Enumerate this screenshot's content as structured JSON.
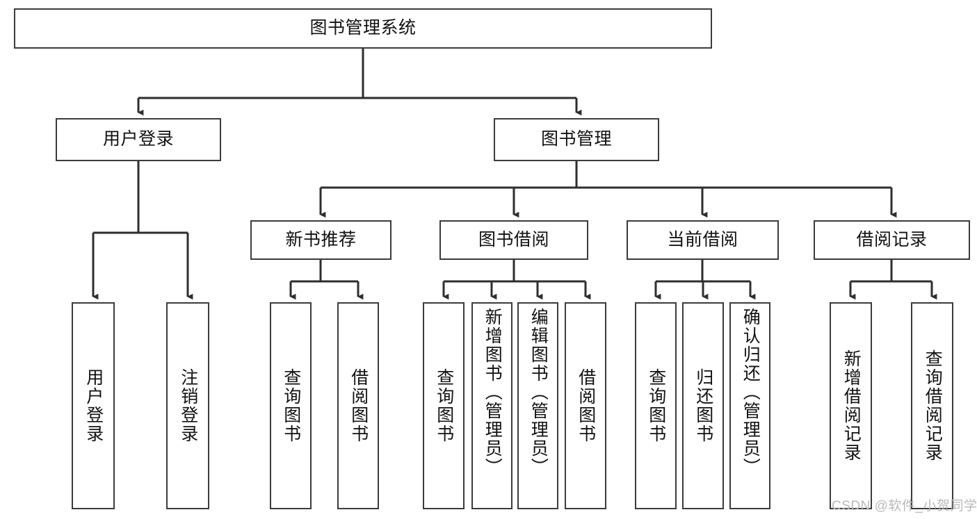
{
  "diagram": {
    "type": "tree-hierarchy",
    "title": "图书管理系统",
    "orientation": "top-down",
    "colors": {
      "box_border": "#3b3b3b",
      "box_fill": "#ffffff",
      "connector": "#2e2e2e",
      "text": "#111111",
      "watermark": "#b9b9b9"
    },
    "levels": [
      {
        "level": 1,
        "nodes": [
          {
            "id": "root",
            "label": "图书管理系统",
            "orientation": "horizontal"
          }
        ]
      },
      {
        "level": 2,
        "nodes": [
          {
            "id": "user-login",
            "label": "用户登录",
            "orientation": "horizontal",
            "parent": "root"
          },
          {
            "id": "book-mgmt",
            "label": "图书管理",
            "orientation": "horizontal",
            "parent": "root"
          }
        ]
      },
      {
        "level": 3,
        "nodes": [
          {
            "id": "new-book-rec",
            "label": "新书推荐",
            "orientation": "horizontal",
            "parent": "book-mgmt"
          },
          {
            "id": "book-borrow",
            "label": "图书借阅",
            "orientation": "horizontal",
            "parent": "book-mgmt"
          },
          {
            "id": "current-borrow",
            "label": "当前借阅",
            "orientation": "horizontal",
            "parent": "book-mgmt"
          },
          {
            "id": "borrow-record",
            "label": "借阅记录",
            "orientation": "horizontal",
            "parent": "book-mgmt"
          }
        ]
      },
      {
        "level": 4,
        "nodes": [
          {
            "id": "leaf-user-login",
            "label": "用户登录",
            "orientation": "vertical",
            "parent": "user-login"
          },
          {
            "id": "leaf-user-logout",
            "label": "注销登录",
            "orientation": "vertical",
            "parent": "user-login"
          },
          {
            "id": "leaf-query-book-1",
            "label": "查询图书",
            "orientation": "vertical",
            "parent": "new-book-rec"
          },
          {
            "id": "leaf-borrow-book-1",
            "label": "借阅图书",
            "orientation": "vertical",
            "parent": "new-book-rec"
          },
          {
            "id": "leaf-query-book-2",
            "label": "查询图书",
            "orientation": "vertical",
            "parent": "book-borrow"
          },
          {
            "id": "leaf-add-book",
            "label": "新增图书（管理员）",
            "orientation": "vertical",
            "parent": "book-borrow"
          },
          {
            "id": "leaf-edit-book",
            "label": "编辑图书（管理员）",
            "orientation": "vertical",
            "parent": "book-borrow"
          },
          {
            "id": "leaf-borrow-book-2",
            "label": "借阅图书",
            "orientation": "vertical",
            "parent": "book-borrow"
          },
          {
            "id": "leaf-query-book-3",
            "label": "查询图书",
            "orientation": "vertical",
            "parent": "current-borrow"
          },
          {
            "id": "leaf-return-book",
            "label": "归还图书",
            "orientation": "vertical",
            "parent": "current-borrow"
          },
          {
            "id": "leaf-confirm-return",
            "label": "确认归还（管理员）",
            "orientation": "vertical",
            "parent": "current-borrow"
          },
          {
            "id": "leaf-add-record",
            "label": "新增借阅记录",
            "orientation": "vertical",
            "parent": "borrow-record"
          },
          {
            "id": "leaf-query-record",
            "label": "查询借阅记录",
            "orientation": "vertical",
            "parent": "borrow-record"
          }
        ]
      }
    ]
  },
  "watermark": {
    "text": "CSDN @软件_小贺同学"
  }
}
